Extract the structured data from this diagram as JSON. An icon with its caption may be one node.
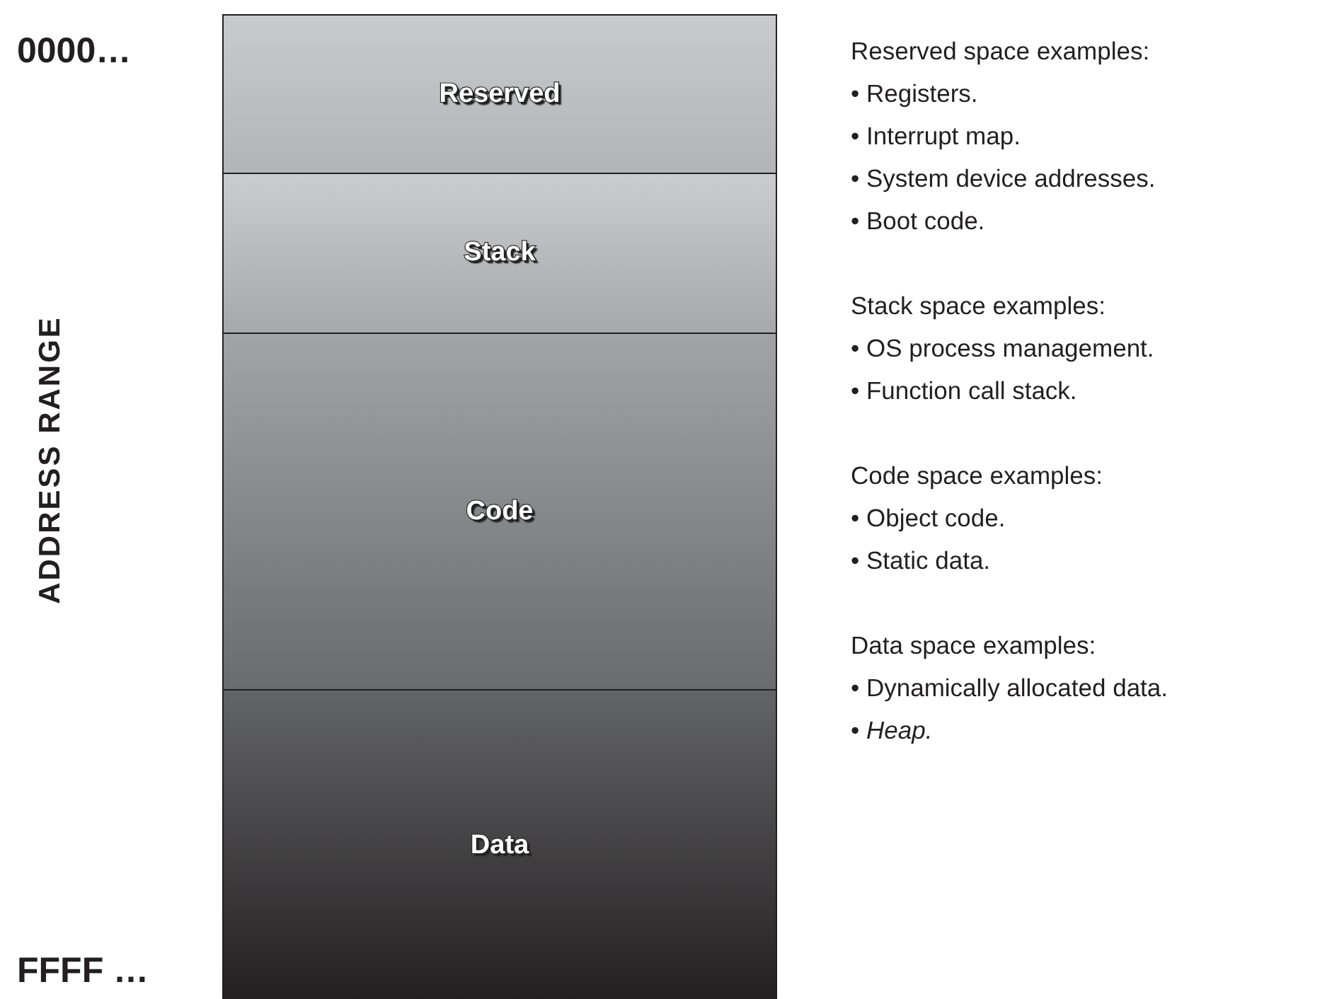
{
  "diagram": {
    "nodes": [
      {
        "text": [
          "Reserved"
        ]
      },
      {
        "text": [
          "Stack"
        ]
      },
      {
        "text": [
          "Code"
        ]
      },
      {
        "text": [
          "Data"
        ]
      }
    ],
    "labels": [
      "0000…",
      "ADDRESS RANGE",
      "FFFF …",
      "Reserved space examples:",
      "• Registers.",
      "• Interrupt map.",
      "• System device addresses.",
      "• Boot code.",
      "Stack space examples:",
      "• OS process management.",
      "• Function call stack.",
      "Code space examples:",
      "• Object code.",
      "• Static data.",
      "Data space examples:",
      "• Dynamically allocated data.",
      "• *Heap.*"
    ]
  }
}
